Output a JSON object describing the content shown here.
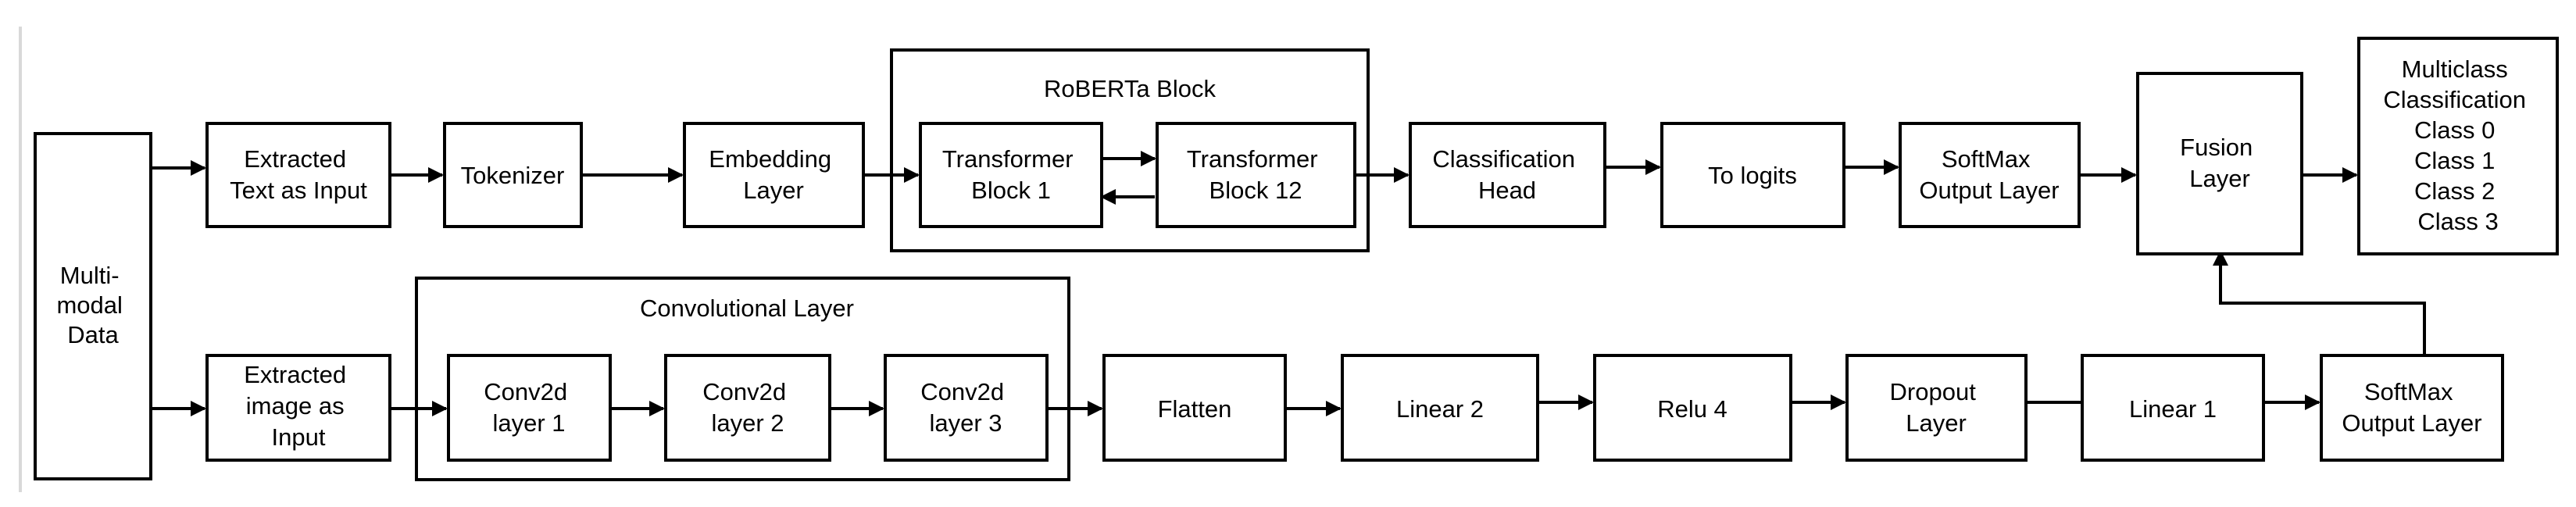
{
  "nodes": {
    "multimodal": [
      "Multi-",
      "modal",
      "Data"
    ],
    "extracted_text": [
      "Extracted",
      "Text as Input"
    ],
    "tokenizer": [
      "Tokenizer"
    ],
    "embedding": [
      "Embedding",
      "Layer"
    ],
    "transformer_1": [
      "Transformer",
      "Block 1"
    ],
    "transformer_12": [
      "Transformer",
      "Block 12"
    ],
    "classification_head": [
      "Classification",
      "Head"
    ],
    "to_logits": [
      "To logits"
    ],
    "softmax_top": [
      "SoftMax",
      "Output Layer"
    ],
    "fusion": [
      "Fusion",
      "Layer"
    ],
    "multiclass": [
      "Multiclass",
      "Classification",
      "Class 0",
      "Class 1",
      "Class 2",
      "Class 3"
    ],
    "extracted_image": [
      "Extracted",
      "image as",
      "Input"
    ],
    "conv1": [
      "Conv2d",
      "layer 1"
    ],
    "conv2": [
      "Conv2d",
      "layer  2"
    ],
    "conv3": [
      "Conv2d",
      "layer  3"
    ],
    "flatten": [
      "Flatten"
    ],
    "linear2": [
      "Linear 2"
    ],
    "relu4": [
      "Relu 4"
    ],
    "dropout": [
      "Dropout",
      "Layer"
    ],
    "linear1": [
      "Linear 1"
    ],
    "softmax_bottom": [
      "SoftMax",
      "Output Layer"
    ]
  },
  "groups": {
    "roberta": "RoBERTa Block",
    "convolutional": "Convolutional Layer"
  },
  "colors": {
    "stroke": "#000000",
    "background": "#ffffff",
    "left_rule": "#d9d9d9"
  }
}
